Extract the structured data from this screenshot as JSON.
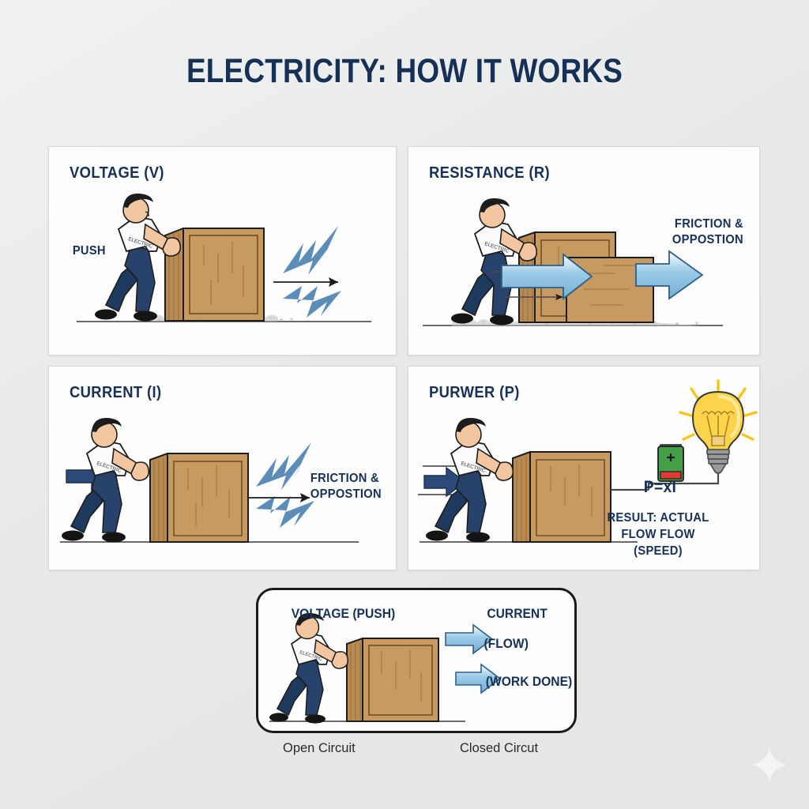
{
  "title": "ELECTRICITY: HOW IT WORKS",
  "background_color": "#e8e9e9",
  "accent_navy": "#163056",
  "accent_blue_arrow": "#8cc2e3",
  "accent_bolt": "#5b8db8",
  "panels": [
    {
      "id": "voltage",
      "label": "VOLTAGE (V)",
      "side_label": "PUSH",
      "icons": [
        "person-pushing-crate-icon",
        "lightning-bolt-icon",
        "thin-arrow-right-icon",
        "gravel-ground-icon"
      ]
    },
    {
      "id": "resistance",
      "label": "RESISTANCE (R)",
      "side_label": "FRICTION &\nOPPOSTION",
      "icons": [
        "person-pushing-crate-icon",
        "blue-block-arrow-icon",
        "gravel-ground-icon"
      ]
    },
    {
      "id": "current",
      "label": "CURRENT (I)",
      "side_label": "FRICTION &\nOPPOSTION",
      "icons": [
        "navy-block-arrow-icon",
        "person-pushing-crate-icon",
        "lightning-bolt-icon",
        "thin-arrow-right-icon"
      ]
    },
    {
      "id": "power",
      "label": "PURWER (P)",
      "formula": "P=xI",
      "result_label": "RESULT: ACTUAL\nFLOW FLOW\n(SPEED)",
      "icons": [
        "navy-block-arrow-icon",
        "thin-arrow-right-icon",
        "person-pushing-crate-icon",
        "battery-icon",
        "lightbulb-icon",
        "wire-icon"
      ]
    }
  ],
  "summary": {
    "voltage_label": "VOLTAGE (PUSH)",
    "current_label": "CURRENT",
    "flow_label": "(FLOW)",
    "work_label": "(WORK DONE)",
    "icons": [
      "person-pushing-crate-icon",
      "blue-block-arrow-icon"
    ]
  },
  "captions": {
    "open": "Open Circuit",
    "closed": "Closed Circut"
  },
  "watermark": "sparkle-icon"
}
